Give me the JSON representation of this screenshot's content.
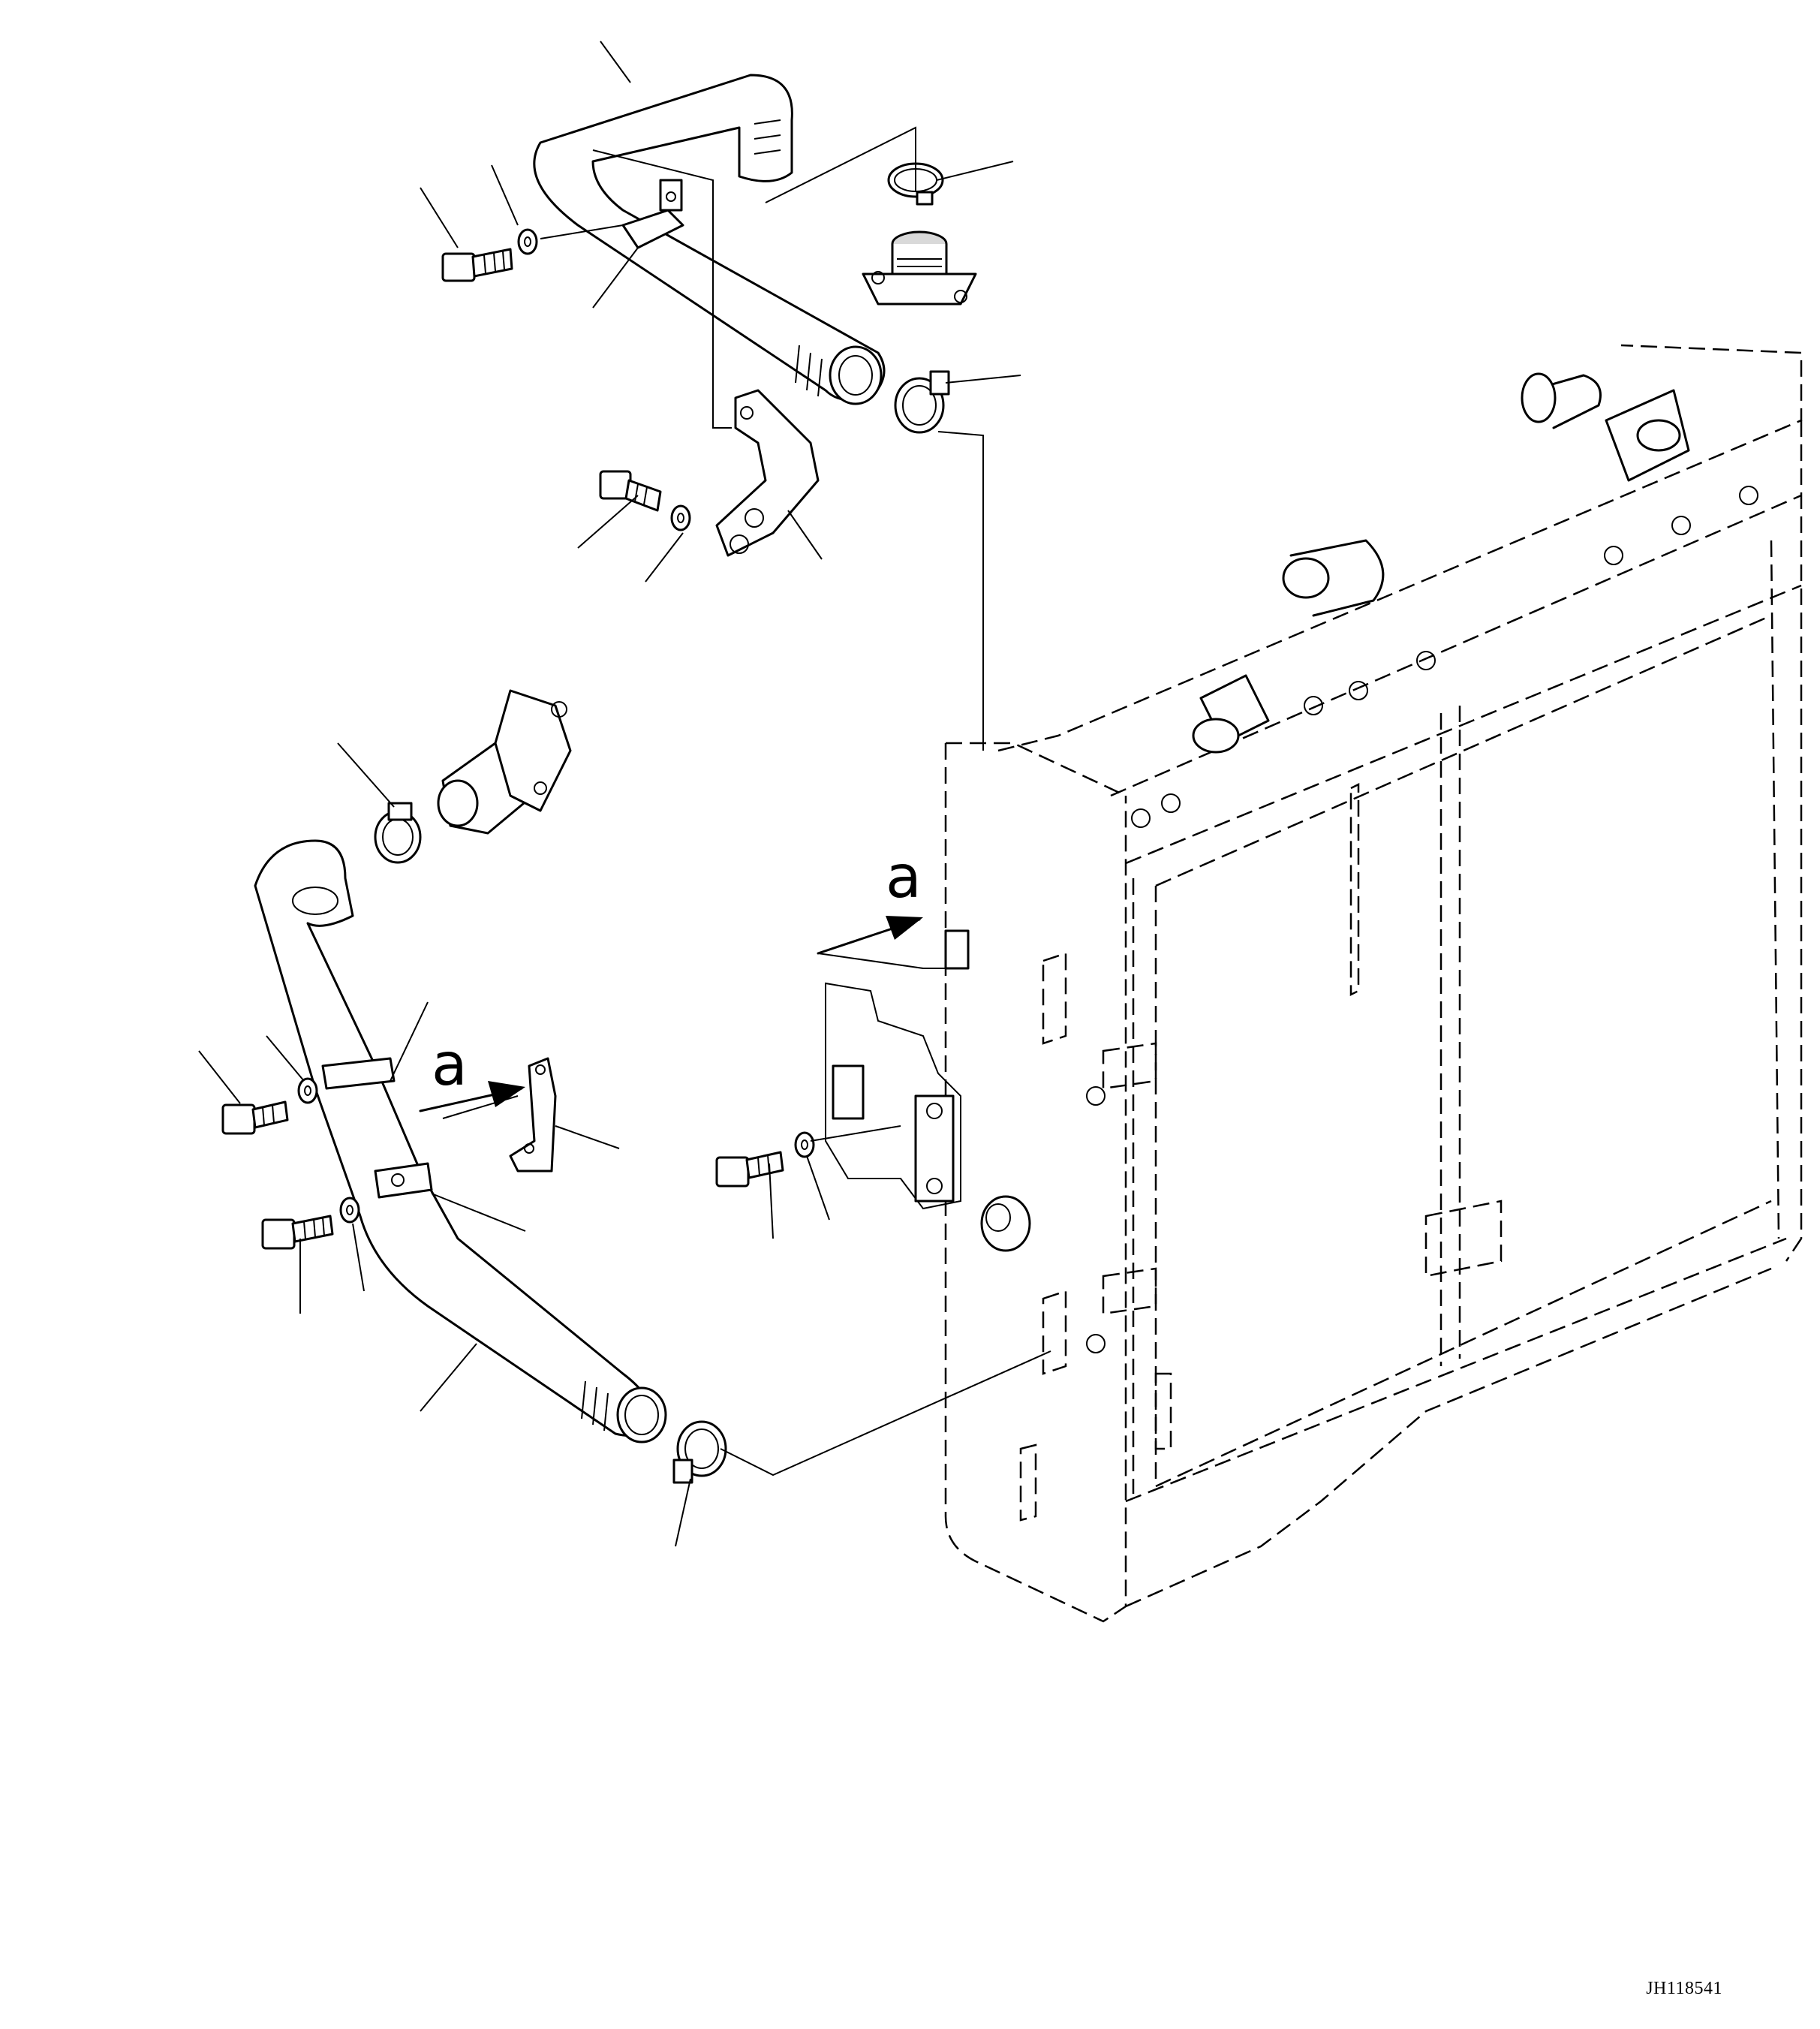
{
  "view_labels": {
    "upper": "a",
    "lower": "a"
  },
  "drawing_number": "JH118541"
}
